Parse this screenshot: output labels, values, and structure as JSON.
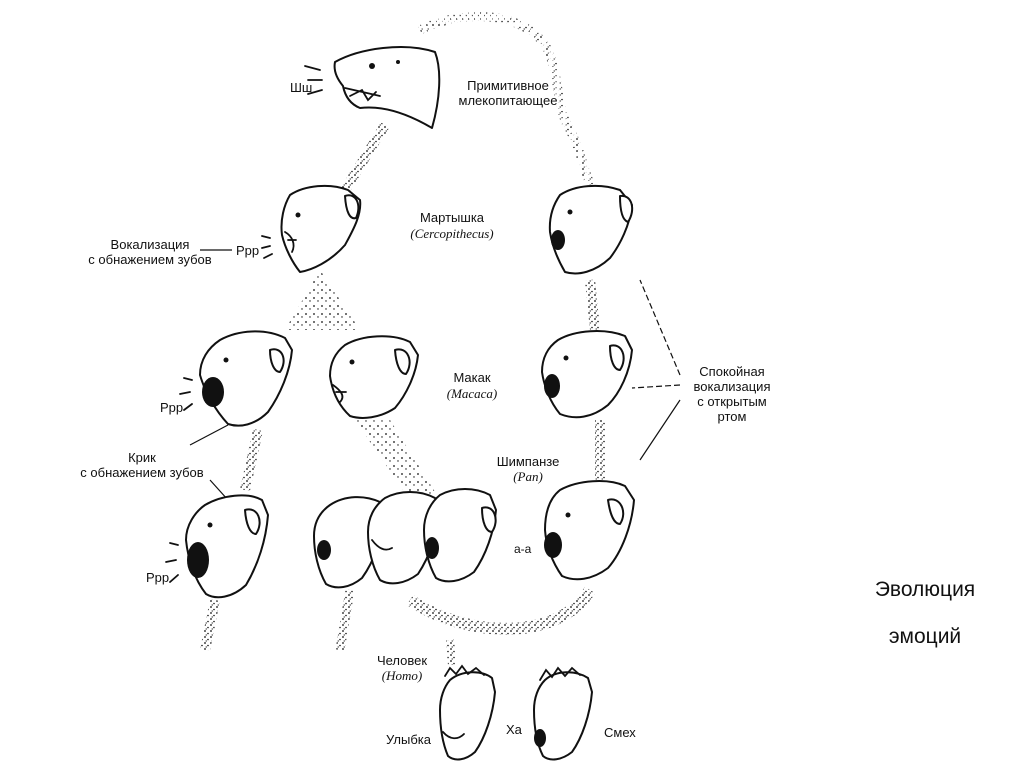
{
  "slide": {
    "title_line1": "Эволюция",
    "title_line2": "эмоций"
  },
  "diagram": {
    "labels": {
      "primitive_sound": "Шш",
      "primitive_line1": "Примитивное",
      "primitive_line2": "млекопитающее",
      "monkey": "Мартышка",
      "monkey_latin": "(Cercopithecus)",
      "vocal_teeth_line1": "Вокализация",
      "vocal_teeth_line2": "с обнажением зубов",
      "sound_ppp_1": "Ррр",
      "sound_ppp_2": "Ррр",
      "sound_ppp_3": "Ррр",
      "macaque": "Макак",
      "macaque_latin": "(Macaca)",
      "scream_line1": "Крик",
      "scream_line2": "с обнажением зубов",
      "chimp": "Шимпанзе",
      "chimp_latin": "(Pan)",
      "calm_line1": "Спокойная",
      "calm_line2": "вокализация",
      "calm_line3": "с открытым",
      "calm_line4": "ртом",
      "sound_aa": "а-а",
      "human": "Человек",
      "human_latin": "(Homo)",
      "smile": "Улыбка",
      "sound_ha": "Ха",
      "laugh": "Смех"
    }
  }
}
